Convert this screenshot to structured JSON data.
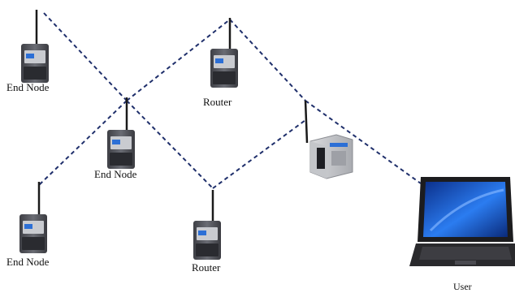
{
  "labels": {
    "end_node": "End Node",
    "router": "Router",
    "user": "User"
  },
  "colors": {
    "link": "#1f2f6b",
    "device_body": "#4a4a50",
    "device_panel": "#7d7f88",
    "brand_blue": "#2c6fd6",
    "laptop_frame": "#1c1c1e",
    "screen_blue": "#1f56c9"
  }
}
